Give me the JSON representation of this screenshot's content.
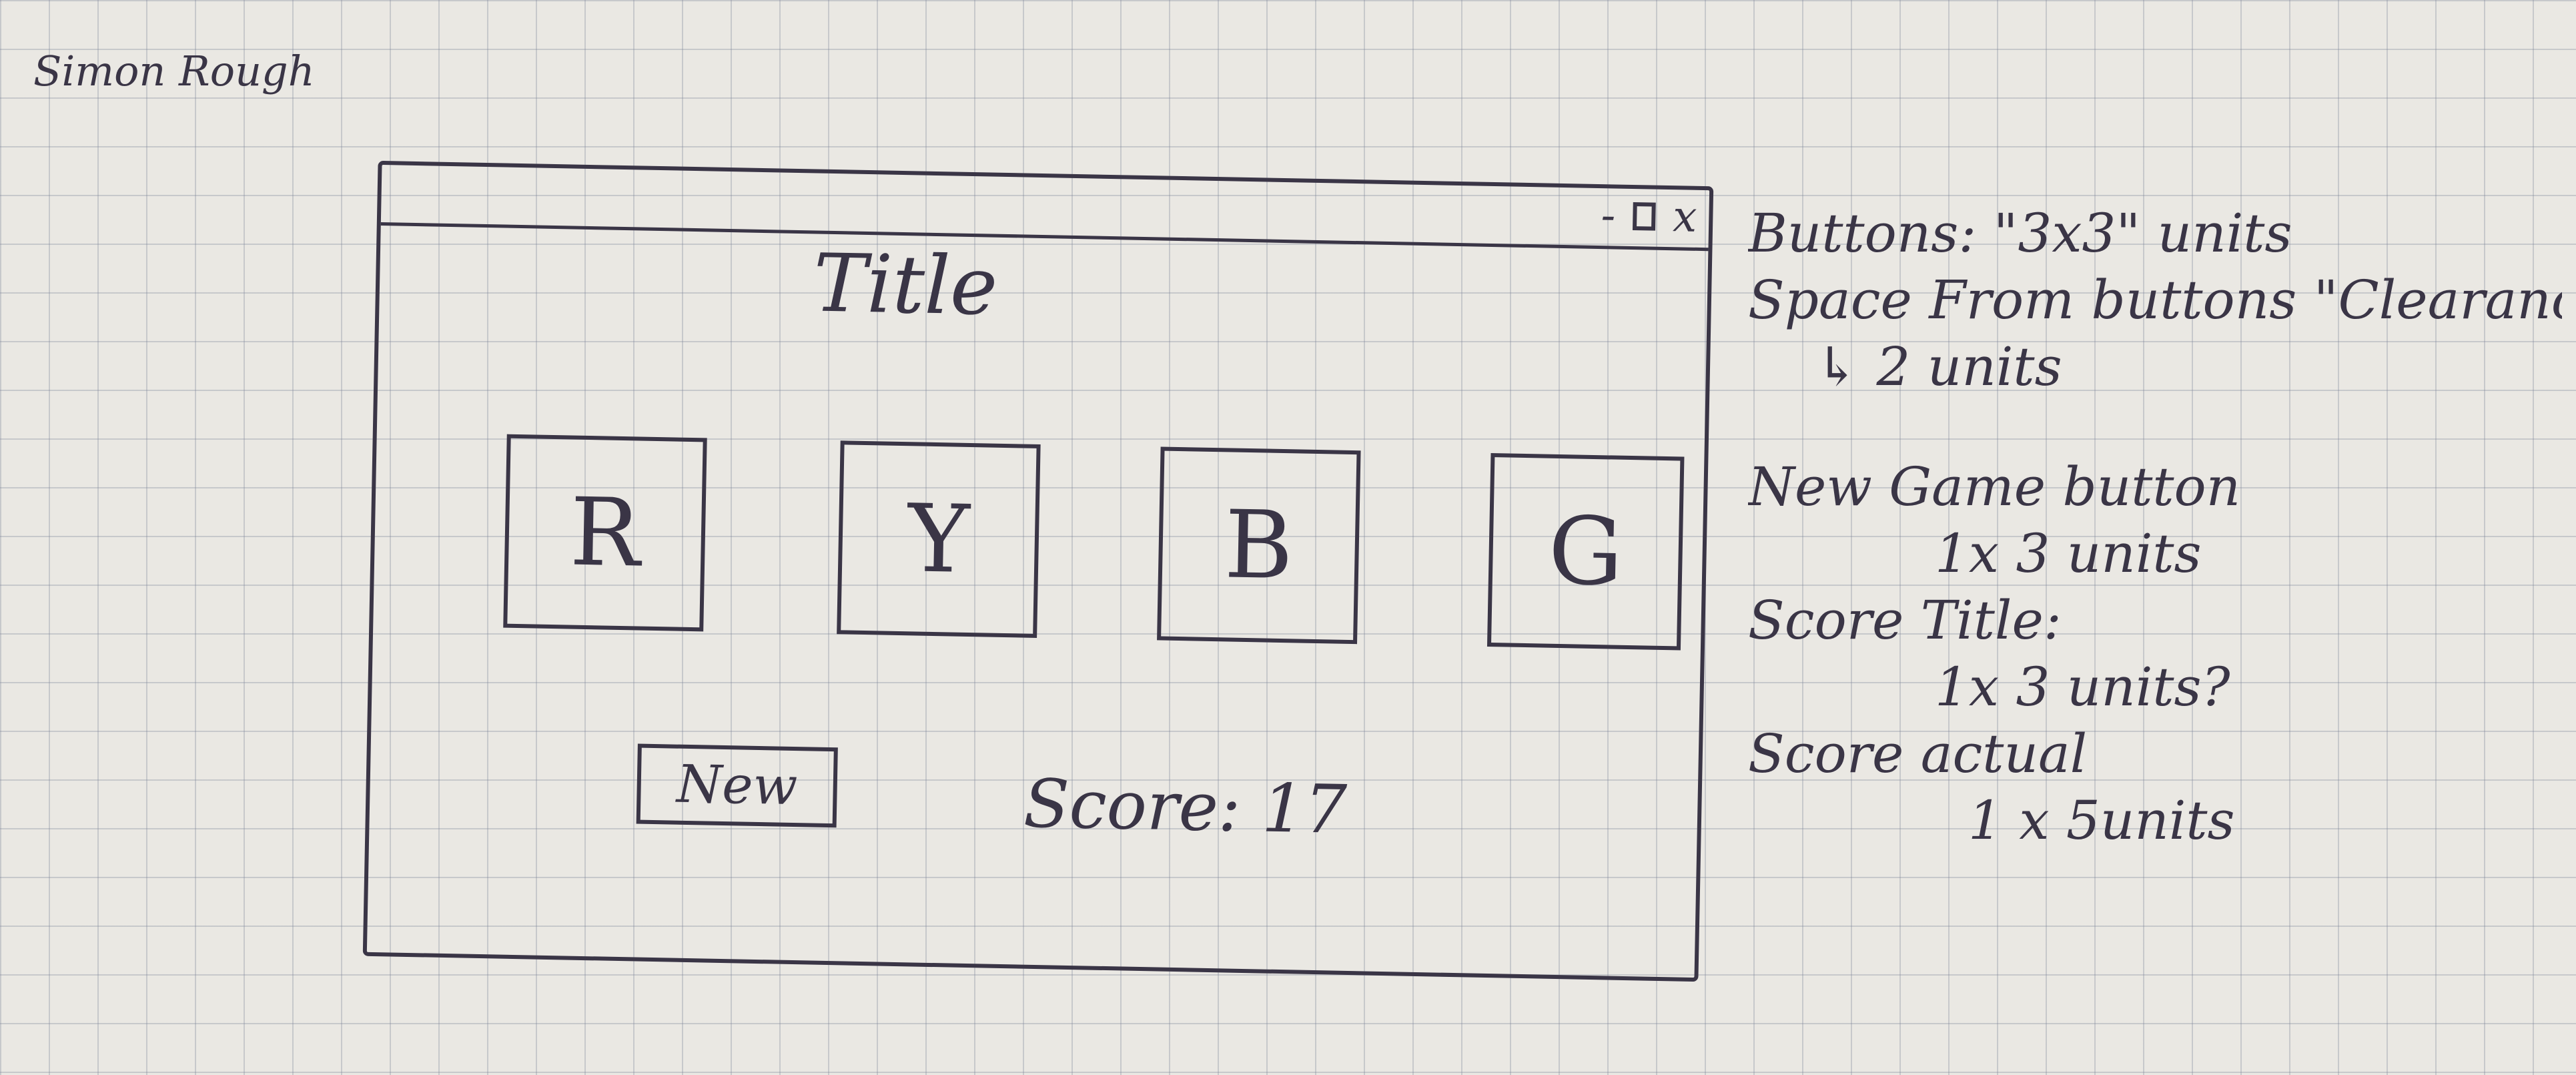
{
  "sketch_title": "Simon Rough",
  "window": {
    "controls": {
      "minimize": "-",
      "close": "x"
    },
    "title": "Title",
    "color_buttons": [
      {
        "label": "R"
      },
      {
        "label": "Y"
      },
      {
        "label": "B"
      },
      {
        "label": "G"
      }
    ],
    "new_button_label": "New",
    "score_text": "Score: 17"
  },
  "notes": [
    "Buttons: \"3x3\" units",
    "Space From buttons \"Clearanc",
    "↳ 2 units",
    "New Game button",
    "1x 3 units",
    "Score Title:",
    "1x 3 units?",
    "Score actual",
    "1 x 5units"
  ]
}
